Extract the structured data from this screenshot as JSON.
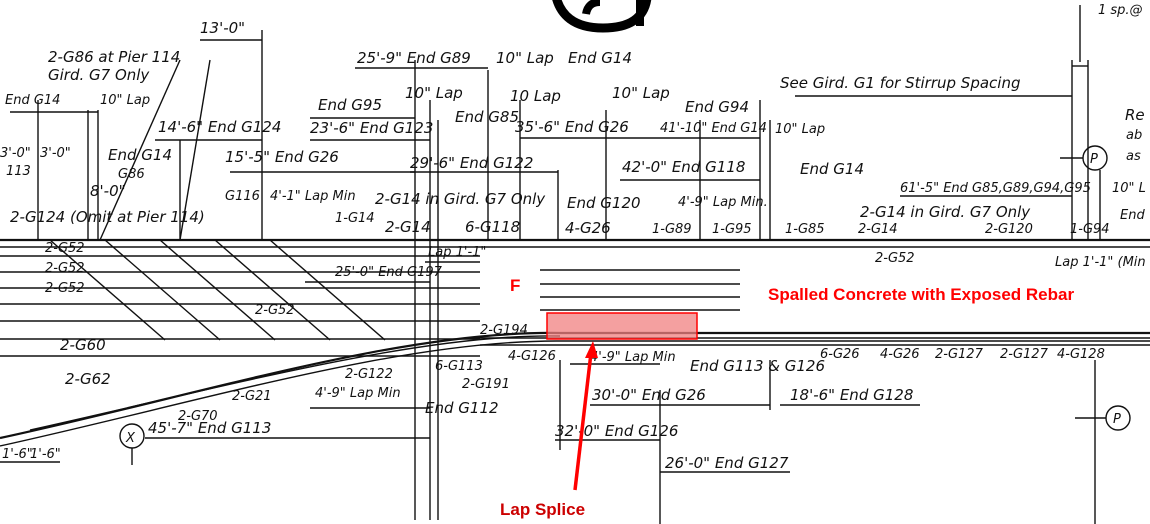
{
  "drawing": {
    "labels": {
      "dim_13_0": "13'-0\"",
      "g86_pier": "2-G86  at Pier 114",
      "gird_g7_only": "Gird. G7 Only",
      "end_g14_a": "End G14",
      "lap_10_a": "10\" Lap",
      "end_g89": "25'-9\" End G89",
      "lap_10_b": "10\" Lap",
      "end_g14_b": "End G14",
      "sp_top": "1 sp.@",
      "see_gird": "See Gird. G1 for Stirrup Spacing",
      "end_g95": "End G95",
      "lap_10_c": "10\" Lap",
      "lap_10_d": "10 Lap",
      "end_g85": "End G85",
      "lap_10_e": "10\" Lap",
      "end_g94": "End G94",
      "re": "Re",
      "ab": "ab",
      "as": "as",
      "end_g124": "14'-6\" End G124",
      "end_g123": "23'-6\" End G123",
      "end_g26_a": "35'-6\" End G26",
      "end_g14_c": "41'-10\" End G14",
      "lap_10_f": "10\" Lap",
      "dim_3_0_a": "3'-0\"",
      "dim_3_0_b": "3'-0\"",
      "end_g14_d": "End G14",
      "g86": "G86",
      "end_g26_b": "15'-5\" End G26",
      "end_g122": "29'-6\" End G122",
      "end_g118": "42'-0\" End G118",
      "end_g14_e": "End G14",
      "p_label": "P",
      "n113": "113",
      "dim_8_0": "8'-0\"",
      "g116": "G116",
      "lap_min_a": "4'-1\" Lap Min",
      "g14_gird": "2-G14 in Gird. G7 Only",
      "end_g120": "End G120",
      "lap_min_b": "4'-9\" Lap Min.",
      "end_multi": "61'-5\" End G85,G89,G94,G95",
      "lap_10_g": "10\" L",
      "g14_gird_b": "2-G14 in Gird. G7 Only",
      "end_right": "End",
      "g124_omit": "2-G124 (Omit at Pier 114)",
      "g14_1": "1-G14",
      "g14_2": "2-G14",
      "g118_6": "6-G118",
      "g26_4": "4-G26",
      "g89_1": "1-G89",
      "g95_1": "1-G95",
      "g85_1": "1-G85",
      "g14_3": "2-G14",
      "g120_2": "2-G120",
      "g94_1": "1-G94",
      "g52_a": "2-G52",
      "g52_b": "2-G52",
      "g52_c": "2-G52",
      "lap_1_1": "Lap 1'-1\"",
      "end_g197": "25'-0\" End G197",
      "g52_d": "2-G52",
      "g52_e": "2-G52",
      "lap_1_1_min": "Lap 1'-1\" (Min",
      "g194": "2-G194",
      "g60": "2-G60",
      "g126_4": "4-G126",
      "lap_min_c": "4'-9\" Lap Min",
      "end_g113_g126": "End G113 & G126",
      "g26_6": "6-G26",
      "g26_4b": "4-G26",
      "g127_a": "2-G127",
      "g127_b": "2-G127",
      "g128": "4-G128",
      "g113_6": "6-G113",
      "g122_2": "2-G122",
      "g191": "2-G191",
      "g62": "2-G62",
      "g21": "2-G21",
      "g70": "2-G70",
      "lap_min_d": "4'-9\" Lap Min",
      "end_g112": "End G112",
      "end_g26_c": "30'-0\" End G26",
      "end_g128": "18'-6\" End G128",
      "x_label": "X",
      "end_g113": "45'-7\" End G113",
      "end_g26_d": "32'-0\" End G126",
      "p_label_b": "P",
      "dim_1_6_a": "1'-6\"",
      "dim_1_6_b": "1'-6\"",
      "end_g127": "26'-0\" End G127"
    }
  },
  "annotations": {
    "f_label": "F",
    "spalled": "Spalled Concrete with Exposed Rebar",
    "lap_splice": "Lap Splice",
    "accent": "#ff0000",
    "highlight_fill": "#f08080"
  }
}
